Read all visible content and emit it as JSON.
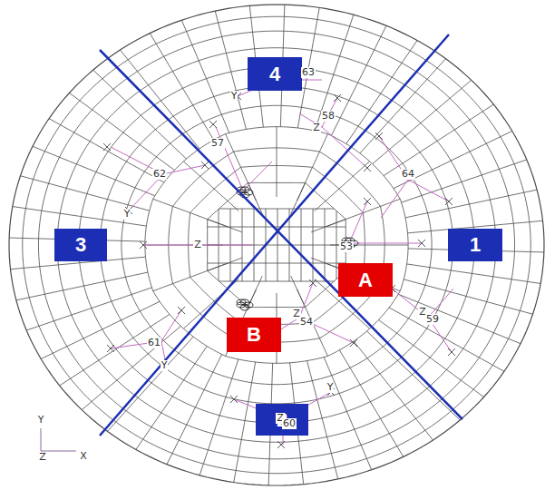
{
  "diagram": {
    "nodes": [
      {
        "text": [
          "4"
        ]
      },
      {
        "text": [
          "3"
        ]
      },
      {
        "text": [
          "1"
        ]
      },
      {
        "text": [
          "A"
        ]
      },
      {
        "text": [
          "B"
        ]
      },
      {
        "text": [
          "2"
        ]
      }
    ],
    "labels": [
      "63",
      "Y",
      "58",
      "Z",
      "57",
      "62",
      "64",
      "Y",
      "Z",
      "53",
      "Z",
      "54",
      "Z",
      "59",
      "61",
      "Y",
      "Y",
      "Z",
      "60",
      "Y",
      "Z",
      "X"
    ]
  }
}
